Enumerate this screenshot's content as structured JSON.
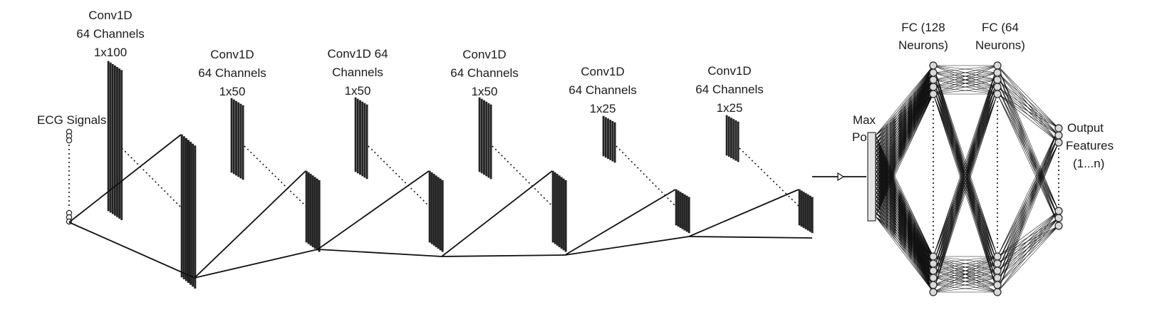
{
  "diagram": {
    "input_label": "ECG Signals",
    "conv_layers": [
      {
        "line1": "Conv1D",
        "line2": "64 Channels",
        "line3": "1x100"
      },
      {
        "line1": "Conv1D",
        "line2": "64 Channels",
        "line3": "1x50"
      },
      {
        "line1": "Conv1D 64",
        "line2": "Channels",
        "line3": "1x50"
      },
      {
        "line1": "Conv1D",
        "line2": "64 Channels",
        "line3": "1x50"
      },
      {
        "line1": "Conv1D",
        "line2": "64 Channels",
        "line3": "1x25"
      },
      {
        "line1": "Conv1D",
        "line2": "64 Channels",
        "line3": "1x25"
      }
    ],
    "maxpool": {
      "line1": "Max",
      "line2": "Pool"
    },
    "fc1": {
      "line1": "FC (128",
      "line2": "Neurons)"
    },
    "fc2": {
      "line1": "FC (64",
      "line2": "Neurons)"
    },
    "output": {
      "line1": "Output",
      "line2": "Features",
      "line3": "(1...n)"
    }
  }
}
